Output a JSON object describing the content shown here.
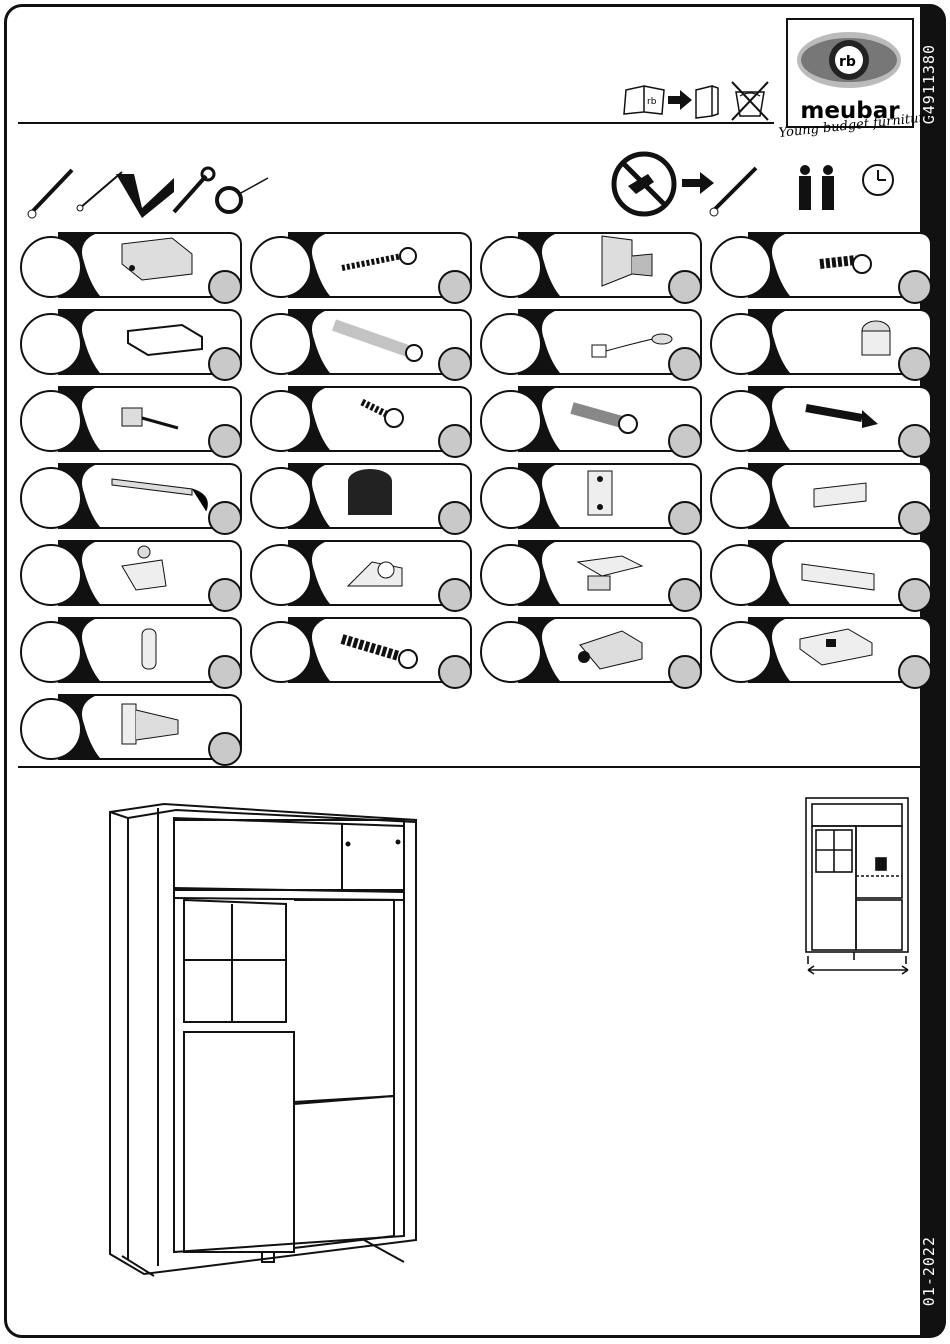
{
  "document": {
    "product_code": "G4911380",
    "date": "01-2022"
  },
  "brand": {
    "name": "meubar",
    "tagline": "Young budget furniture"
  },
  "header_icons": [
    "manual-to-binder-icon",
    "arrow-icon",
    "no-wash-icon"
  ],
  "tools": [
    "screwdriver-icon",
    "hex-key-icon",
    "square-ruler-icon",
    "wrench-icon",
    "tape-measure-icon"
  ],
  "assembly_notes": [
    "no-power-tools-icon",
    "arrow-icon",
    "screwdriver-icon",
    "two-persons-icon",
    "clock-icon"
  ],
  "fittings": [
    {
      "part": "bracket"
    },
    {
      "part": "wood-screw"
    },
    {
      "part": "angle-bracket"
    },
    {
      "part": "euro-screw"
    },
    {
      "part": "furniture-glide"
    },
    {
      "part": "threaded-rod"
    },
    {
      "part": "led-cable"
    },
    {
      "part": "cam-lock"
    },
    {
      "part": "shelf-pin-bolt"
    },
    {
      "part": "short-screw"
    },
    {
      "part": "connector-bolt"
    },
    {
      "part": "black-screw"
    },
    {
      "part": "led-strip"
    },
    {
      "part": "black-cam-lock"
    },
    {
      "part": "hinge-plate"
    },
    {
      "part": "wooden-dowel"
    },
    {
      "part": "shelf-support"
    },
    {
      "part": "corner-connector"
    },
    {
      "part": "soft-close-damper"
    },
    {
      "part": "long-dowel"
    },
    {
      "part": "shelf-pin"
    },
    {
      "part": "chipboard-screw"
    },
    {
      "part": "push-latch"
    },
    {
      "part": "mounting-clip"
    },
    {
      "part": "cabinet-hinge"
    }
  ]
}
